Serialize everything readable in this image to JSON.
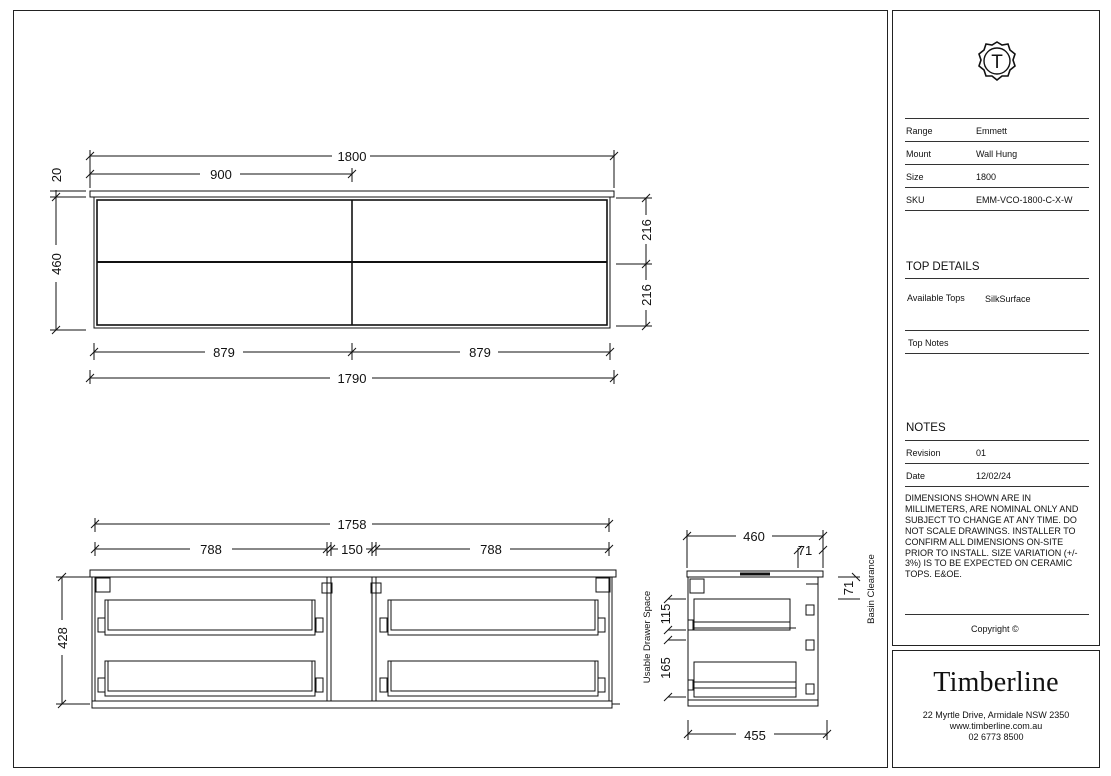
{
  "info": {
    "spec": [
      {
        "key": "Range",
        "value": "Emmett"
      },
      {
        "key": "Mount",
        "value": "Wall Hung"
      },
      {
        "key": "Size",
        "value": "1800"
      },
      {
        "key": "SKU",
        "value": "EMM-VCO-1800-C-X-W"
      }
    ],
    "top_details_heading": "TOP DETAILS",
    "available_tops_label": "Available Tops",
    "available_tops_value": "SilkSurface",
    "top_notes_label": "Top Notes",
    "notes_heading": "NOTES",
    "revision_label": "Revision",
    "revision_value": "01",
    "date_label": "Date",
    "date_value": "12/02/24",
    "disclaimer": "DIMENSIONS SHOWN ARE IN MILLIMETERS, ARE NOMINAL ONLY AND SUBJECT TO CHANGE AT ANY TIME. DO NOT SCALE DRAWINGS. INSTALLER TO CONFIRM ALL DIMENSIONS ON-SITE PRIOR TO INSTALL. SIZE VARIATION (+/- 3%) IS TO BE EXPECTED ON CERAMIC TOPS. E&OE.",
    "copyright": "Copyright ©",
    "logo_letter": "T"
  },
  "brand": {
    "name": "Timberline",
    "address": "22 Myrtle Drive, Armidale NSW 2350",
    "website": "www.timberline.com.au",
    "phone": "02 6773 8500"
  },
  "front": {
    "overall_width": "1800",
    "half_width": "900",
    "top_thickness": "20",
    "height": "460",
    "drawer_height_upper": "216",
    "drawer_height_lower": "216",
    "drawer_width_left": "879",
    "drawer_width_right": "879",
    "body_width": "1790"
  },
  "section": {
    "internal_width": "1758",
    "left_bay": "788",
    "centre": "150",
    "right_bay": "788",
    "height": "428"
  },
  "side": {
    "depth": "460",
    "setback_top": "71",
    "setback_side": "71",
    "drawer_space_upper": "115",
    "drawer_space_lower": "165",
    "body_depth": "455",
    "usable_label": "Usable Drawer Space",
    "basin_label": "Basin Clearance"
  }
}
